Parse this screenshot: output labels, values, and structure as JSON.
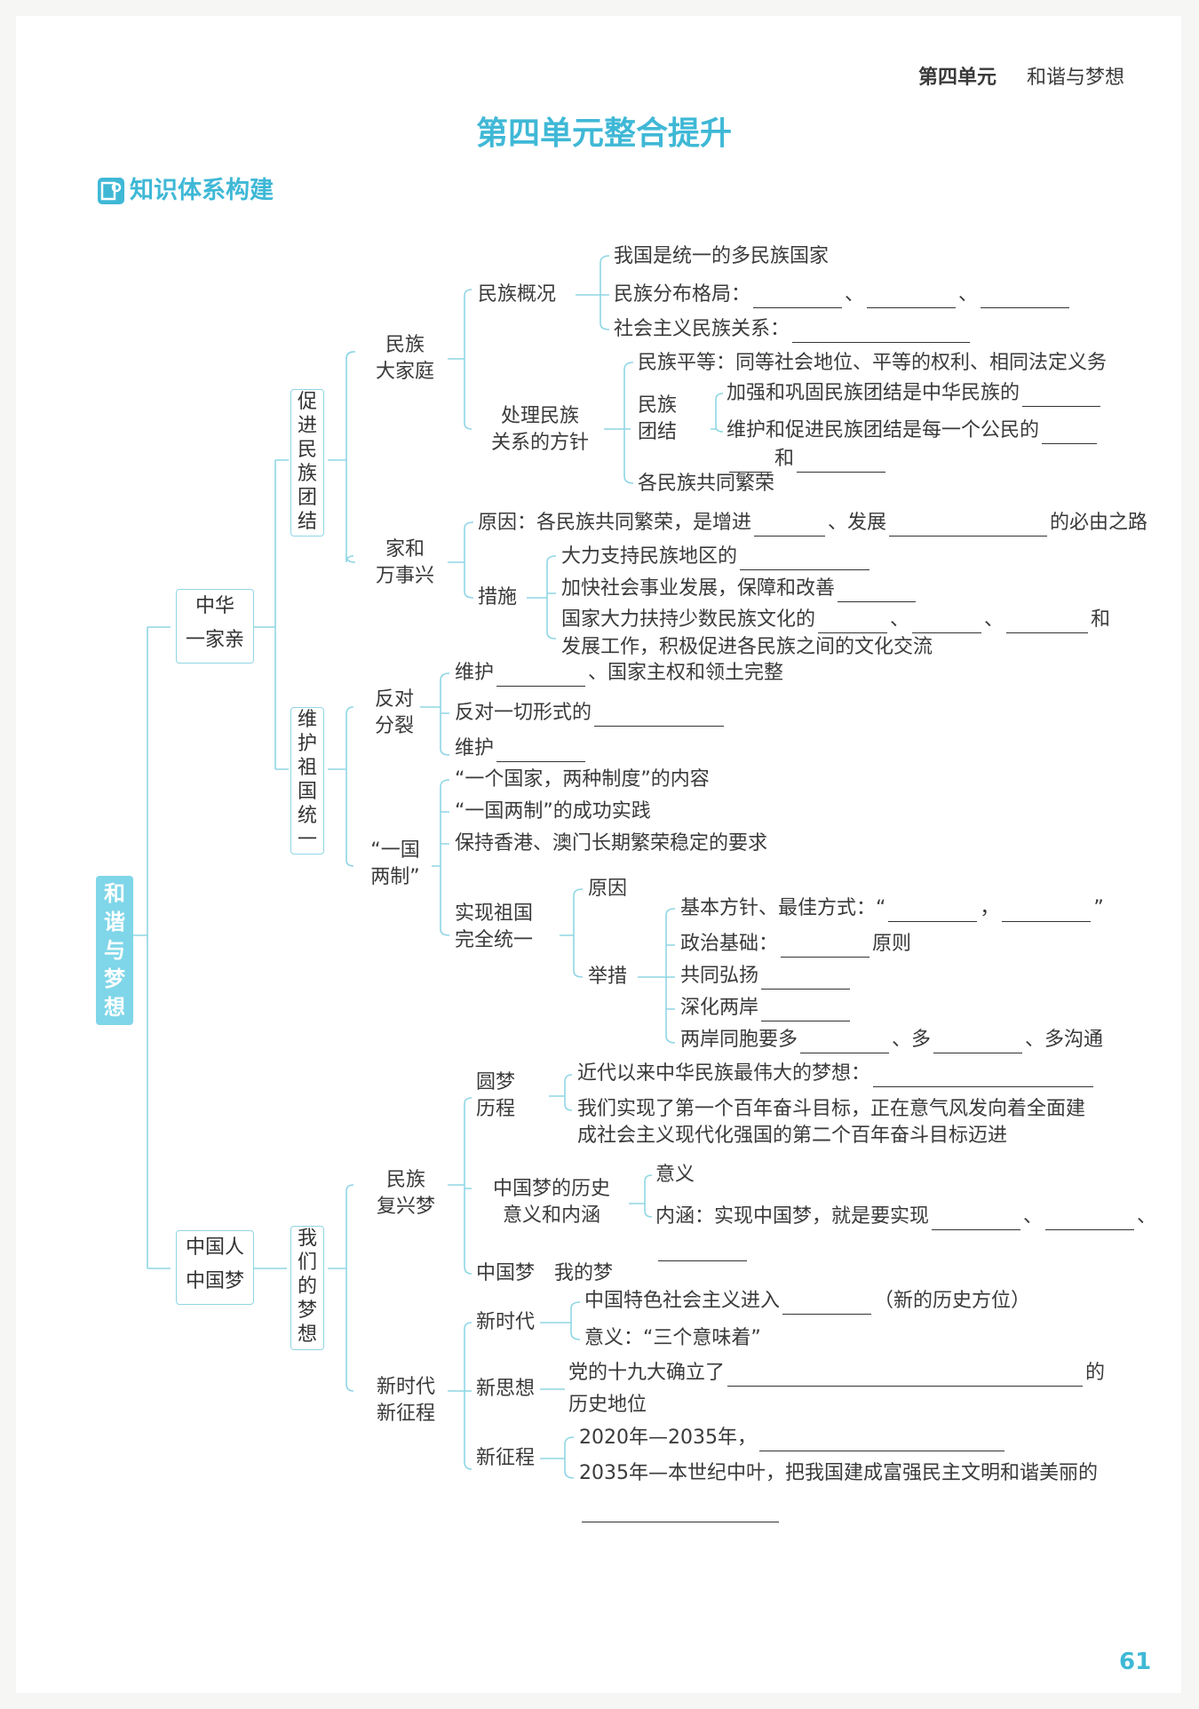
{
  "header": {
    "unit": "第四单元",
    "theme": "和谐与梦想"
  },
  "title": "第四单元整合提升",
  "section_label": "知识体系构建",
  "sidebar": [
    "和",
    "谐",
    "与",
    "梦",
    "想"
  ],
  "l1": {
    "a": [
      "中华",
      "一家亲"
    ],
    "b": [
      "中国人",
      "中国梦"
    ]
  },
  "l2": {
    "a": [
      "促",
      "进",
      "民",
      "族",
      "团",
      "结"
    ],
    "b": [
      "维",
      "护",
      "祖",
      "国",
      "统",
      "一"
    ],
    "c": [
      "我",
      "们",
      "的",
      "梦",
      "想"
    ]
  },
  "l3": {
    "minzu": [
      "民族",
      "大家庭"
    ],
    "jiahe": [
      "家和",
      "万事兴"
    ],
    "fandui": [
      "反对",
      "分裂"
    ],
    "yiguo": [
      "“一国",
      "两制”"
    ],
    "fuxing": [
      "民族",
      "复兴梦"
    ],
    "xinshidai": [
      "新时代",
      "新征程"
    ]
  },
  "text": {
    "mzgk": "民族概况",
    "mzgk1": "我国是统一的多民族国家",
    "mzgk2": "民族分布格局：",
    "mzgk3": "社会主义民族关系：",
    "clmz": [
      "处理民族",
      "关系的方针"
    ],
    "pd": "民族平等：同等社会地位、平等的权利、相同法定义务",
    "mztj": [
      "民族",
      "团结"
    ],
    "tj1": "加强和巩固民族团结是中华民族的",
    "tj2": "维护和促进民族团结是每一个公民的",
    "tj3": "和",
    "gmz": "各民族共同繁荣",
    "yy": "原因：各民族共同繁荣，是增进",
    "yy_mid": "、发展",
    "yy_end": "的必由之路",
    "cs": "措施",
    "cs1": "大力支持民族地区的",
    "cs2": "加快社会事业发展，保障和改善",
    "cs3": "国家大力扶持少数民族文化的",
    "cs3_end": "和",
    "cs4": "发展工作，积极促进各民族之间的文化交流",
    "fd1": "维护",
    "fd1_end": "、国家主权和领土完整",
    "fd2": "反对一切形式的",
    "fd3": "维护",
    "yg1": "“一个国家，两种制度”的内容",
    "yg2": "“一国两制”的成功实践",
    "yg3": "保持香港、澳门长期繁荣稳定的要求",
    "sx": [
      "实现祖国",
      "完全统一"
    ],
    "sx_yy": "原因",
    "sx_js": "举措",
    "js1": "基本方针、最佳方式：“",
    "js1_mid": "，",
    "js1_end": "”",
    "js2": "政治基础：",
    "js2_end": "原则",
    "js3": "共同弘扬",
    "js4": "深化两岸",
    "js5": "两岸同胞要多",
    "js5_b": "、多",
    "js5_c": "、多沟通",
    "ym": [
      "圆梦",
      "历程"
    ],
    "ym1": "近代以来中华民族最伟大的梦想：",
    "ym2": "我们实现了第一个百年奋斗目标，正在意气风发向着全面建",
    "ym3": "成社会主义现代化强国的第二个百年奋斗目标迈进",
    "zgm": [
      "中国梦的历史",
      "意义和内涵"
    ],
    "zgm1": "意义",
    "zgm2": "内涵：实现中国梦，就是要实现",
    "wdm": "中国梦　我的梦",
    "xsd": "新时代",
    "xsd1": "中国特色社会主义进入",
    "xsd1_end": "（新的历史方位）",
    "xsd2": "意义：“三个意味着”",
    "xsx": "新思想",
    "xsx1": "党的十九大确立了",
    "xsx1_end": "的",
    "xsx2": "历史地位",
    "xzc": "新征程",
    "xzc1": "2020年—2035年，",
    "xzc2": "2035年—本世纪中叶，把我国建成富强民主文明和谐美丽的"
  },
  "page_number": "61",
  "colors": {
    "accent": "#3fb8d6",
    "line": "#8fd6e4",
    "sidebar": "#7fd6e8",
    "page_num": "#3fb8d6"
  }
}
